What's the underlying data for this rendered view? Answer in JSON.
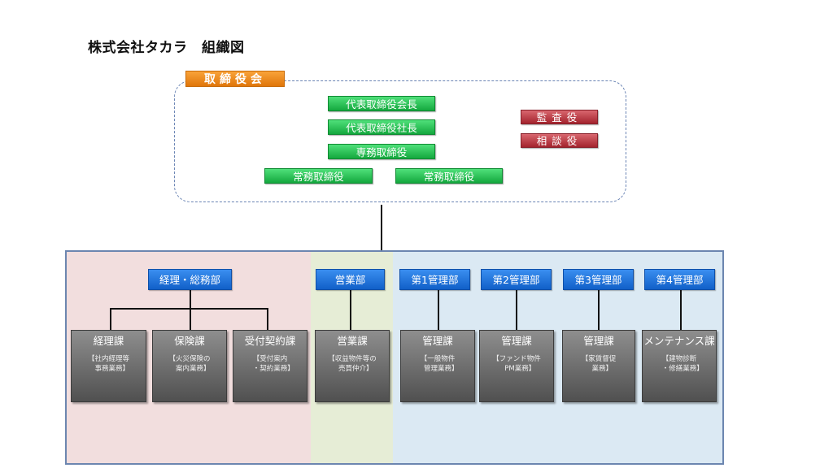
{
  "title": "株式会社タカラ　組織図",
  "board": {
    "label": "取締役会",
    "members": [
      "代表取締役会長",
      "代表取締役社長",
      "専務取締役",
      "常務取締役",
      "常務取締役"
    ],
    "advisors": [
      "監査役",
      "相談役"
    ]
  },
  "departments": [
    {
      "name": "経理・総務部",
      "sections": [
        {
          "name": "経理課",
          "desc": "【社内経理等\n　事務業務】"
        },
        {
          "name": "保険課",
          "desc": "【火災保険の\n　案内業務】"
        },
        {
          "name": "受付契約課",
          "desc": "【受付案内\n　・契約業務】"
        }
      ]
    },
    {
      "name": "営業部",
      "sections": [
        {
          "name": "営業課",
          "desc": "【収益物件等の\n　売買仲介】"
        }
      ]
    },
    {
      "name": "第1管理部",
      "sections": [
        {
          "name": "管理課",
          "desc": "【一般物件\n　管理業務】"
        }
      ]
    },
    {
      "name": "第2管理部",
      "sections": [
        {
          "name": "管理課",
          "desc": "【ファンド物件\n　PM業務】"
        }
      ]
    },
    {
      "name": "第3管理部",
      "sections": [
        {
          "name": "管理課",
          "desc": "【家賃督促\n　業務】"
        }
      ]
    },
    {
      "name": "第4管理部",
      "sections": [
        {
          "name": "メンテナンス課",
          "desc": "【建物診断\n　・修繕業務】"
        }
      ]
    }
  ],
  "colors": {
    "board_label": "#f08a1c",
    "board_member": "#22c04e",
    "advisor": "#b8323c",
    "department": "#1a73e0",
    "section": "#707070",
    "region_admin": "#f2dede",
    "region_sales": "#e6edd6",
    "region_management": "#dbe9f3",
    "frame_border": "#6c86b0"
  }
}
